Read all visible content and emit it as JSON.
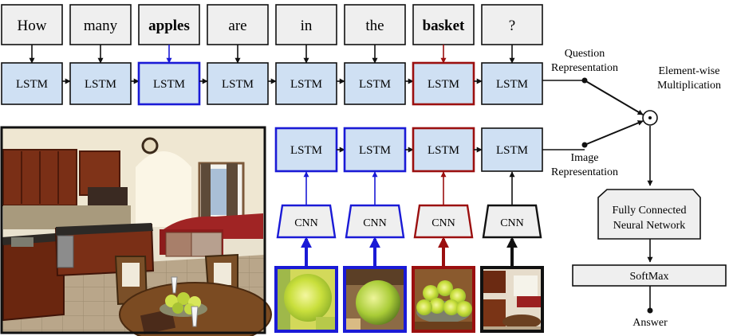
{
  "question": {
    "words": [
      {
        "text": "How",
        "highlight": "none"
      },
      {
        "text": "many",
        "highlight": "none"
      },
      {
        "text": "apples",
        "highlight": "blue"
      },
      {
        "text": "are",
        "highlight": "none"
      },
      {
        "text": "in",
        "highlight": "none"
      },
      {
        "text": "the",
        "highlight": "none"
      },
      {
        "text": "basket",
        "highlight": "red"
      },
      {
        "text": "?",
        "highlight": "none"
      }
    ],
    "lstm_label": "LSTM"
  },
  "image_branch": {
    "lstm_label": "LSTM",
    "cnn_label": "CNN",
    "patches": [
      {
        "kind": "apple-closeup",
        "highlight": "blue"
      },
      {
        "kind": "apple-closeup",
        "highlight": "blue"
      },
      {
        "kind": "fruit-basket",
        "highlight": "red"
      },
      {
        "kind": "kitchen",
        "highlight": "black"
      }
    ]
  },
  "labels": {
    "question_rep": [
      "Question",
      "Representation"
    ],
    "image_rep": [
      "Image",
      "Representation"
    ],
    "element_wise": [
      "Element-wise",
      "Multiplication"
    ],
    "fc": [
      "Fully Connected",
      "Neural Network"
    ],
    "softmax": "SoftMax",
    "answer": "Answer"
  },
  "colors": {
    "box_fill": "#cfe0f3",
    "neutral_fill": "#efefef",
    "blue": "#1a1ad6",
    "red": "#9b0f0f",
    "black": "#111111"
  },
  "main_image": {
    "subject": "kitchen-scene"
  }
}
